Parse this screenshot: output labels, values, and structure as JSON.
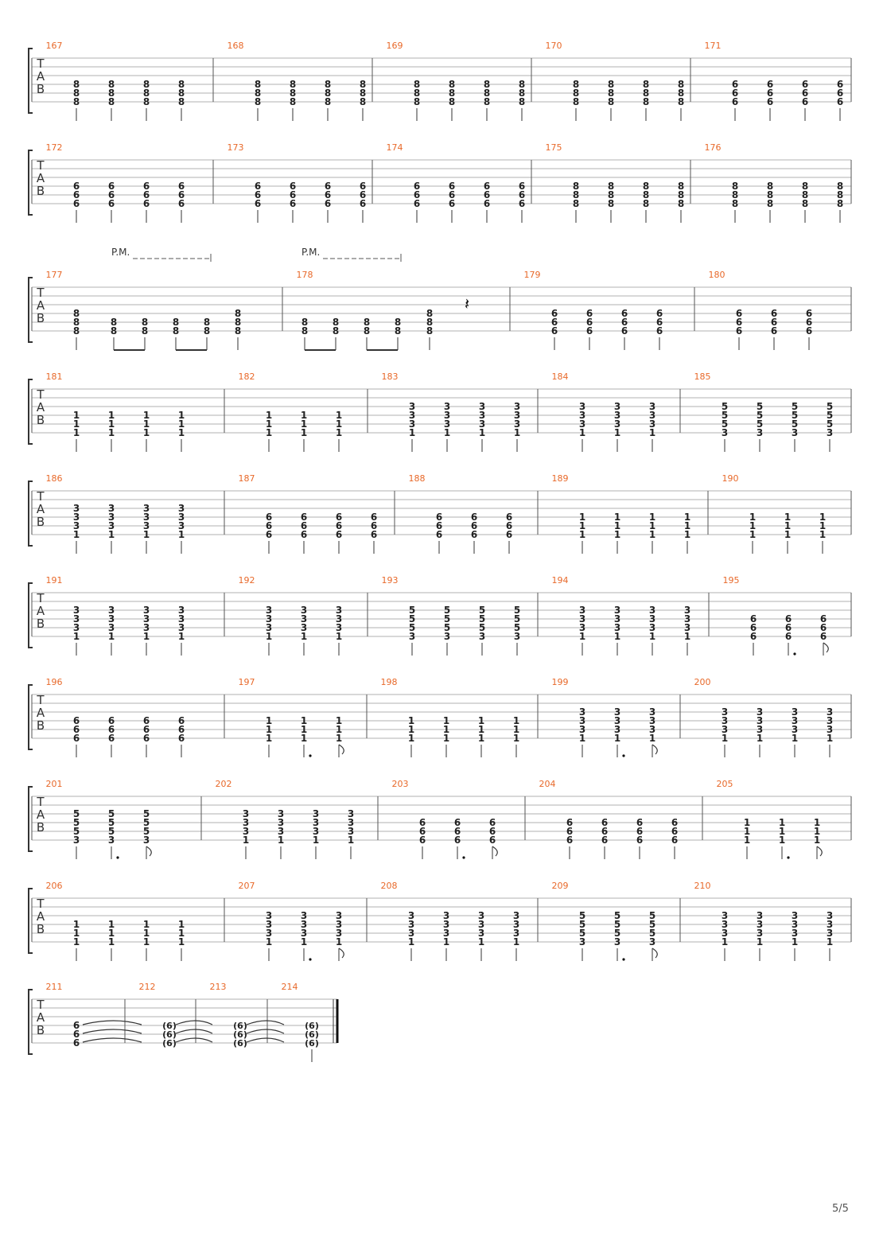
{
  "tab_label": [
    "T",
    "A",
    "B"
  ],
  "page_number": "5/5",
  "palm_mute_label": "P.M.",
  "systems": [
    {
      "measures": [
        {
          "n": "167",
          "beats": [
            [
              "8",
              "8",
              "8"
            ],
            [
              "8",
              "8",
              "8"
            ],
            [
              "8",
              "8",
              "8"
            ],
            [
              "8",
              "8",
              "8"
            ]
          ]
        },
        {
          "n": "168",
          "beats": [
            [
              "8",
              "8",
              "8"
            ],
            [
              "8",
              "8",
              "8"
            ],
            [
              "8",
              "8",
              "8"
            ],
            [
              "8",
              "8",
              "8"
            ]
          ]
        },
        {
          "n": "169",
          "beats": [
            [
              "8",
              "8",
              "8"
            ],
            [
              "8",
              "8",
              "8"
            ],
            [
              "8",
              "8",
              "8"
            ],
            [
              "8",
              "8",
              "8"
            ]
          ]
        },
        {
          "n": "170",
          "beats": [
            [
              "8",
              "8",
              "8"
            ],
            [
              "8",
              "8",
              "8"
            ],
            [
              "8",
              "8",
              "8"
            ],
            [
              "8",
              "8",
              "8"
            ]
          ]
        },
        {
          "n": "171",
          "beats": [
            [
              "6",
              "6",
              "6"
            ],
            [
              "6",
              "6",
              "6"
            ],
            [
              "6",
              "6",
              "6"
            ],
            [
              "6",
              "6",
              "6"
            ]
          ]
        }
      ]
    },
    {
      "measures": [
        {
          "n": "172",
          "beats": [
            [
              "6",
              "6",
              "6"
            ],
            [
              "6",
              "6",
              "6"
            ],
            [
              "6",
              "6",
              "6"
            ],
            [
              "6",
              "6",
              "6"
            ]
          ]
        },
        {
          "n": "173",
          "beats": [
            [
              "6",
              "6",
              "6"
            ],
            [
              "6",
              "6",
              "6"
            ],
            [
              "6",
              "6",
              "6"
            ],
            [
              "6",
              "6",
              "6"
            ]
          ]
        },
        {
          "n": "174",
          "beats": [
            [
              "6",
              "6",
              "6"
            ],
            [
              "6",
              "6",
              "6"
            ],
            [
              "6",
              "6",
              "6"
            ],
            [
              "6",
              "6",
              "6"
            ]
          ]
        },
        {
          "n": "175",
          "beats": [
            [
              "8",
              "8",
              "8"
            ],
            [
              "8",
              "8",
              "8"
            ],
            [
              "8",
              "8",
              "8"
            ],
            [
              "8",
              "8",
              "8"
            ]
          ]
        },
        {
          "n": "176",
          "beats": [
            [
              "8",
              "8",
              "8"
            ],
            [
              "8",
              "8",
              "8"
            ],
            [
              "8",
              "8",
              "8"
            ],
            [
              "8",
              "8",
              "8"
            ]
          ]
        }
      ]
    },
    {
      "measures": [
        {
          "n": "177",
          "pm": true,
          "beats": [
            [
              "8",
              "8",
              "8"
            ],
            [
              "8",
              "8"
            ],
            [
              "8",
              "8"
            ],
            [
              "8",
              "8"
            ],
            [
              "8",
              "8"
            ],
            [
              "8",
              "8",
              "8"
            ]
          ]
        },
        {
          "n": "178",
          "pm": true,
          "rest": true,
          "beats": [
            [
              "8",
              "8"
            ],
            [
              "8",
              "8"
            ],
            [
              "8",
              "8"
            ],
            [
              "8",
              "8"
            ],
            [
              "8",
              "8",
              "8"
            ]
          ]
        },
        {
          "n": "179",
          "beats": [
            [
              "6",
              "6",
              "6"
            ],
            [
              "6",
              "6",
              "6"
            ],
            [
              "6",
              "6",
              "6"
            ],
            [
              "6",
              "6",
              "6"
            ]
          ]
        },
        {
          "n": "180",
          "beats": [
            [
              "6",
              "6",
              "6"
            ],
            [
              "6",
              "6",
              "6"
            ],
            [
              "6",
              "6",
              "6"
            ]
          ]
        }
      ]
    },
    {
      "measures": [
        {
          "n": "181",
          "beats": [
            [
              "1",
              "1",
              "1"
            ],
            [
              "1",
              "1",
              "1"
            ],
            [
              "1",
              "1",
              "1"
            ],
            [
              "1",
              "1",
              "1"
            ]
          ]
        },
        {
          "n": "182",
          "beats": [
            [
              "1",
              "1",
              "1"
            ],
            [
              "1",
              "1",
              "1"
            ],
            [
              "1",
              "1",
              "1"
            ]
          ]
        },
        {
          "n": "183",
          "beats": [
            [
              "3",
              "3",
              "3",
              "1"
            ],
            [
              "3",
              "3",
              "3",
              "1"
            ],
            [
              "3",
              "3",
              "3",
              "1"
            ],
            [
              "3",
              "3",
              "3",
              "1"
            ]
          ]
        },
        {
          "n": "184",
          "beats": [
            [
              "3",
              "3",
              "3",
              "1"
            ],
            [
              "3",
              "3",
              "3",
              "1"
            ],
            [
              "3",
              "3",
              "3",
              "1"
            ]
          ]
        },
        {
          "n": "185",
          "beats": [
            [
              "5",
              "5",
              "5",
              "3"
            ],
            [
              "5",
              "5",
              "5",
              "3"
            ],
            [
              "5",
              "5",
              "5",
              "3"
            ],
            [
              "5",
              "5",
              "5",
              "3"
            ]
          ]
        }
      ]
    },
    {
      "measures": [
        {
          "n": "186",
          "beats": [
            [
              "3",
              "3",
              "3",
              "1"
            ],
            [
              "3",
              "3",
              "3",
              "1"
            ],
            [
              "3",
              "3",
              "3",
              "1"
            ],
            [
              "3",
              "3",
              "3",
              "1"
            ]
          ]
        },
        {
          "n": "187",
          "beats": [
            [
              "6",
              "6",
              "6"
            ],
            [
              "6",
              "6",
              "6"
            ],
            [
              "6",
              "6",
              "6"
            ],
            [
              "6",
              "6",
              "6"
            ]
          ]
        },
        {
          "n": "188",
          "beats": [
            [
              "6",
              "6",
              "6"
            ],
            [
              "6",
              "6",
              "6"
            ],
            [
              "6",
              "6",
              "6"
            ]
          ]
        },
        {
          "n": "189",
          "beats": [
            [
              "1",
              "1",
              "1"
            ],
            [
              "1",
              "1",
              "1"
            ],
            [
              "1",
              "1",
              "1"
            ],
            [
              "1",
              "1",
              "1"
            ]
          ]
        },
        {
          "n": "190",
          "beats": [
            [
              "1",
              "1",
              "1"
            ],
            [
              "1",
              "1",
              "1"
            ],
            [
              "1",
              "1",
              "1"
            ]
          ]
        }
      ]
    },
    {
      "measures": [
        {
          "n": "191",
          "beats": [
            [
              "3",
              "3",
              "3",
              "1"
            ],
            [
              "3",
              "3",
              "3",
              "1"
            ],
            [
              "3",
              "3",
              "3",
              "1"
            ],
            [
              "3",
              "3",
              "3",
              "1"
            ]
          ]
        },
        {
          "n": "192",
          "beats": [
            [
              "3",
              "3",
              "3",
              "1"
            ],
            [
              "3",
              "3",
              "3",
              "1"
            ],
            [
              "3",
              "3",
              "3",
              "1"
            ]
          ]
        },
        {
          "n": "193",
          "beats": [
            [
              "5",
              "5",
              "5",
              "3"
            ],
            [
              "5",
              "5",
              "5",
              "3"
            ],
            [
              "5",
              "5",
              "5",
              "3"
            ],
            [
              "5",
              "5",
              "5",
              "3"
            ]
          ]
        },
        {
          "n": "194",
          "beats": [
            [
              "3",
              "3",
              "3",
              "1"
            ],
            [
              "3",
              "3",
              "3",
              "1"
            ],
            [
              "3",
              "3",
              "3",
              "1"
            ],
            [
              "3",
              "3",
              "3",
              "1"
            ]
          ]
        },
        {
          "n": "195",
          "rhythm": "dotted",
          "beats": [
            [
              "6",
              "6",
              "6"
            ],
            [
              "6",
              "6",
              "6"
            ],
            [
              "6",
              "6",
              "6"
            ]
          ]
        }
      ]
    },
    {
      "measures": [
        {
          "n": "196",
          "beats": [
            [
              "6",
              "6",
              "6"
            ],
            [
              "6",
              "6",
              "6"
            ],
            [
              "6",
              "6",
              "6"
            ],
            [
              "6",
              "6",
              "6"
            ]
          ]
        },
        {
          "n": "197",
          "rhythm": "dotted",
          "beats": [
            [
              "1",
              "1",
              "1"
            ],
            [
              "1",
              "1",
              "1"
            ],
            [
              "1",
              "1",
              "1"
            ]
          ]
        },
        {
          "n": "198",
          "beats": [
            [
              "1",
              "1",
              "1"
            ],
            [
              "1",
              "1",
              "1"
            ],
            [
              "1",
              "1",
              "1"
            ],
            [
              "1",
              "1",
              "1"
            ]
          ]
        },
        {
          "n": "199",
          "rhythm": "dotted",
          "beats": [
            [
              "3",
              "3",
              "3",
              "1"
            ],
            [
              "3",
              "3",
              "3",
              "1"
            ],
            [
              "3",
              "3",
              "3",
              "1"
            ]
          ]
        },
        {
          "n": "200",
          "beats": [
            [
              "3",
              "3",
              "3",
              "1"
            ],
            [
              "3",
              "3",
              "3",
              "1"
            ],
            [
              "3",
              "3",
              "3",
              "1"
            ],
            [
              "3",
              "3",
              "3",
              "1"
            ]
          ]
        }
      ]
    },
    {
      "measures": [
        {
          "n": "201",
          "rhythm": "dotted",
          "beats": [
            [
              "5",
              "5",
              "5",
              "3"
            ],
            [
              "5",
              "5",
              "5",
              "3"
            ],
            [
              "5",
              "5",
              "5",
              "3"
            ]
          ]
        },
        {
          "n": "202",
          "beats": [
            [
              "3",
              "3",
              "3",
              "1"
            ],
            [
              "3",
              "3",
              "3",
              "1"
            ],
            [
              "3",
              "3",
              "3",
              "1"
            ],
            [
              "3",
              "3",
              "3",
              "1"
            ]
          ]
        },
        {
          "n": "203",
          "rhythm": "dotted",
          "beats": [
            [
              "6",
              "6",
              "6"
            ],
            [
              "6",
              "6",
              "6"
            ],
            [
              "6",
              "6",
              "6"
            ]
          ]
        },
        {
          "n": "204",
          "beats": [
            [
              "6",
              "6",
              "6"
            ],
            [
              "6",
              "6",
              "6"
            ],
            [
              "6",
              "6",
              "6"
            ],
            [
              "6",
              "6",
              "6"
            ]
          ]
        },
        {
          "n": "205",
          "rhythm": "dotted",
          "beats": [
            [
              "1",
              "1",
              "1"
            ],
            [
              "1",
              "1",
              "1"
            ],
            [
              "1",
              "1",
              "1"
            ]
          ]
        }
      ]
    },
    {
      "measures": [
        {
          "n": "206",
          "beats": [
            [
              "1",
              "1",
              "1"
            ],
            [
              "1",
              "1",
              "1"
            ],
            [
              "1",
              "1",
              "1"
            ],
            [
              "1",
              "1",
              "1"
            ]
          ]
        },
        {
          "n": "207",
          "rhythm": "dotted",
          "beats": [
            [
              "3",
              "3",
              "3",
              "1"
            ],
            [
              "3",
              "3",
              "3",
              "1"
            ],
            [
              "3",
              "3",
              "3",
              "1"
            ]
          ]
        },
        {
          "n": "208",
          "beats": [
            [
              "3",
              "3",
              "3",
              "1"
            ],
            [
              "3",
              "3",
              "3",
              "1"
            ],
            [
              "3",
              "3",
              "3",
              "1"
            ],
            [
              "3",
              "3",
              "3",
              "1"
            ]
          ]
        },
        {
          "n": "209",
          "rhythm": "dotted",
          "beats": [
            [
              "5",
              "5",
              "5",
              "3"
            ],
            [
              "5",
              "5",
              "5",
              "3"
            ],
            [
              "5",
              "5",
              "5",
              "3"
            ]
          ]
        },
        {
          "n": "210",
          "beats": [
            [
              "3",
              "3",
              "3",
              "1"
            ],
            [
              "3",
              "3",
              "3",
              "1"
            ],
            [
              "3",
              "3",
              "3",
              "1"
            ],
            [
              "3",
              "3",
              "3",
              "1"
            ]
          ]
        }
      ]
    },
    {
      "measures": [
        {
          "n": "211",
          "tied": true,
          "beats": [
            [
              "6",
              "6",
              "6"
            ]
          ]
        },
        {
          "n": "212",
          "tied": true,
          "beats": [
            [
              "(6)",
              "(6)",
              "(6)"
            ]
          ]
        },
        {
          "n": "213",
          "tied": true,
          "beats": [
            [
              "(6)",
              "(6)",
              "(6)"
            ]
          ]
        },
        {
          "n": "214",
          "final": true,
          "beats": [
            [
              "(6)",
              "(6)",
              "(6)"
            ]
          ]
        }
      ]
    }
  ]
}
